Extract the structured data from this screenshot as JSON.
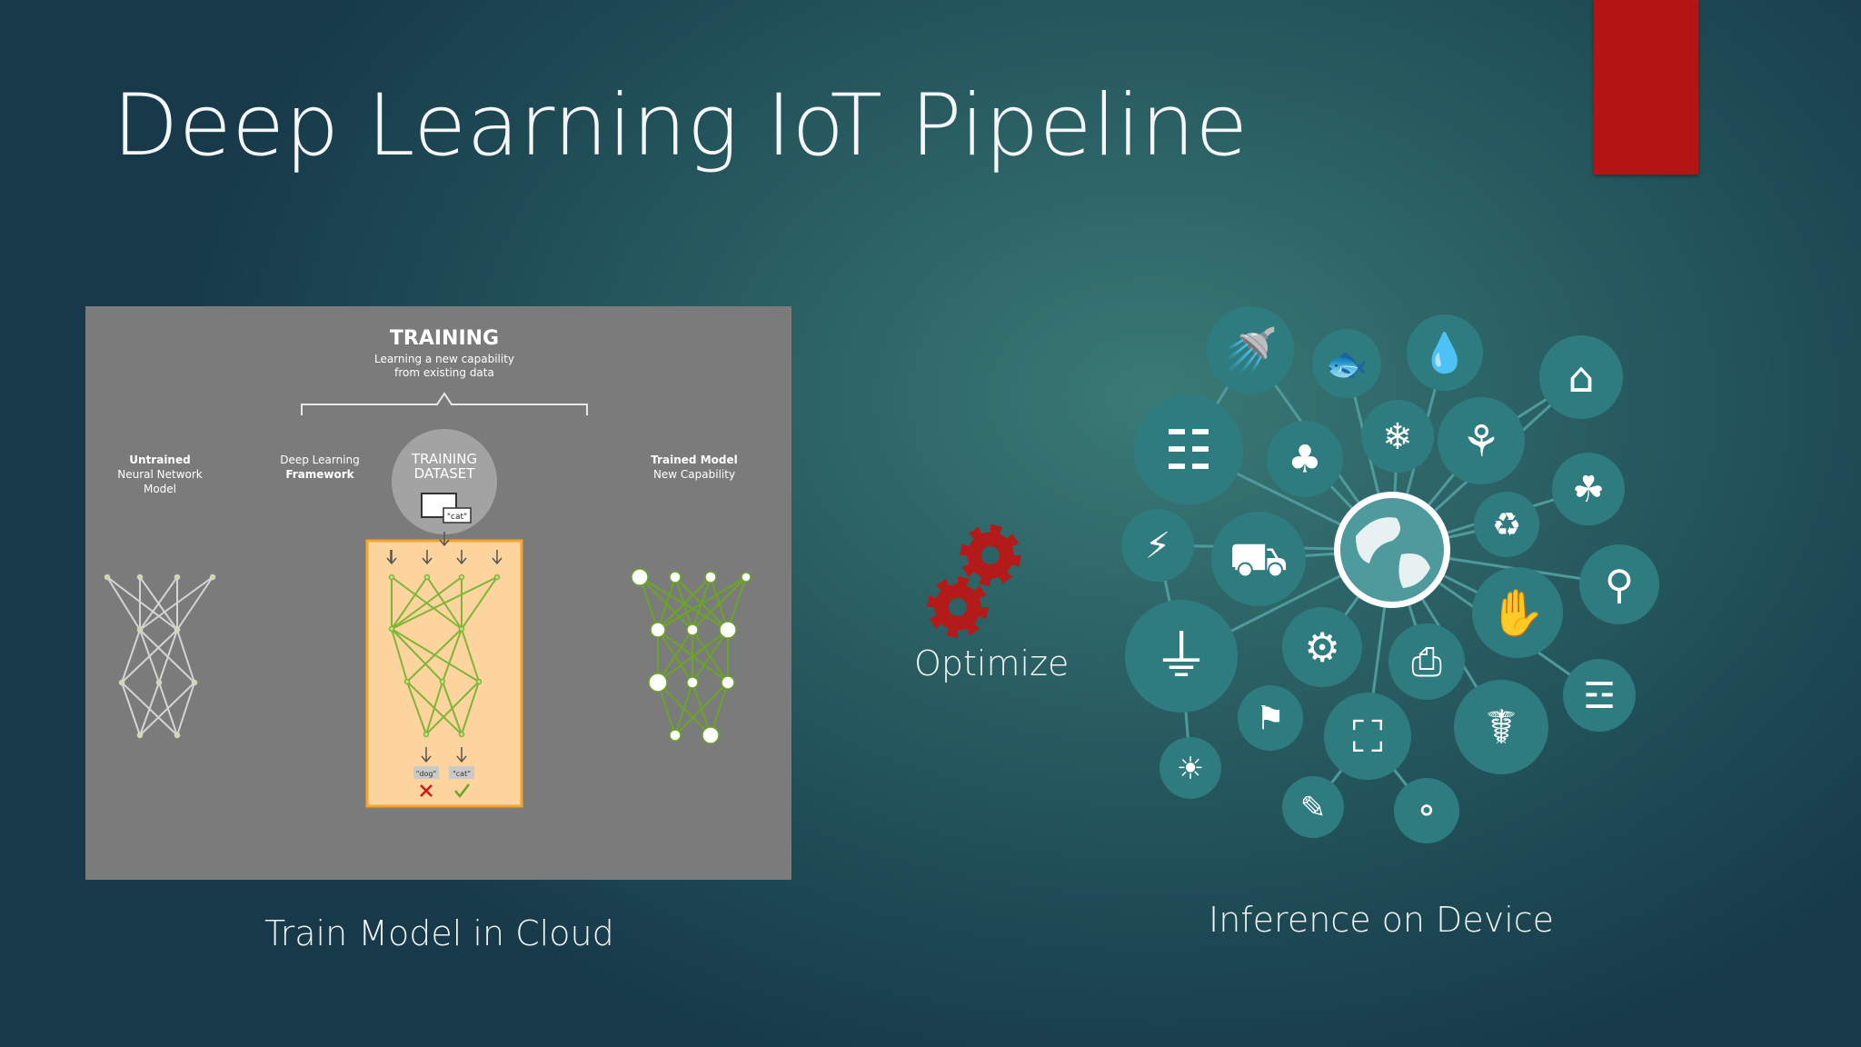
{
  "slide": {
    "title": "Deep Learning IoT Pipeline",
    "accent_color": "#b41414"
  },
  "training_panel": {
    "heading": "TRAINING",
    "subheading_line1": "Learning a new capability",
    "subheading_line2": "from existing data",
    "untrained_label": [
      "Untrained",
      "Neural Network",
      "Model"
    ],
    "framework_label": [
      "Deep Learning",
      "Framework"
    ],
    "dataset_label": [
      "TRAINING",
      "DATASET"
    ],
    "dataset_tag": "\"cat\"",
    "output_tags": [
      "\"dog\"",
      "\"cat\""
    ],
    "trained_label": [
      "Trained Model",
      "New Capability"
    ]
  },
  "optimize": {
    "label": "Optimize",
    "gear_color": "#b31a1a"
  },
  "captions": {
    "left": "Train Model in Cloud",
    "right": "Inference on Device"
  },
  "iot_icons": [
    "watering-can-icon",
    "fish-icon",
    "water-drops-icon",
    "eco-house-icon",
    "calculator-icon",
    "tree-icon",
    "snowflake-icon",
    "maple-leaf-icon",
    "clover-icon",
    "lightning-icon",
    "car-icon",
    "globe-icon",
    "recycle-heart-icon",
    "bicycle-icon",
    "plug-icon",
    "gear-icon",
    "handprint-icon",
    "printer-icon",
    "flag-icon",
    "shopping-bag-icon",
    "dna-icon",
    "tshirt-icon",
    "lightbulb-icon",
    "pencil-icon",
    "footprint-icon"
  ]
}
